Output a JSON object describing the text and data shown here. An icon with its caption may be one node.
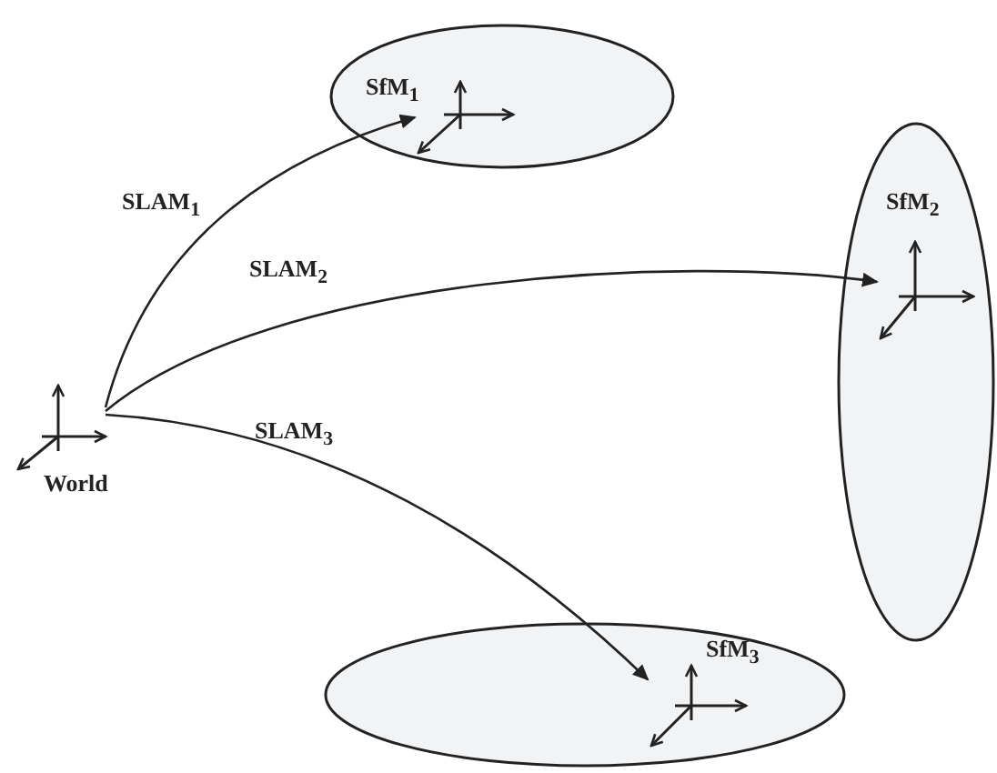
{
  "diagram": {
    "nodes": [
      {
        "text": [],
        "shape": "axes",
        "beside": [
          "World"
        ]
      },
      {
        "text": [
          "SfM$_{1}$"
        ]
      },
      {
        "text": [],
        "shape": "axes",
        "in": 1
      },
      {
        "text": [
          "SfM$_{2}$"
        ]
      },
      {
        "text": [],
        "shape": "axes",
        "in": 3
      },
      {
        "text": [
          "SfM$_{3}$"
        ]
      },
      {
        "text": [],
        "shape": "axes",
        "in": 5
      }
    ],
    "edges": [
      {
        "from": 0,
        "to": 2,
        "arrow": "to",
        "label": "SLAM$_{1}$"
      },
      {
        "from": 0,
        "to": 4,
        "arrow": "to",
        "label": "SLAM$_{2}$"
      },
      {
        "from": 0,
        "to": 6,
        "arrow": "to",
        "label": "SLAM$_{3}$"
      }
    ]
  }
}
